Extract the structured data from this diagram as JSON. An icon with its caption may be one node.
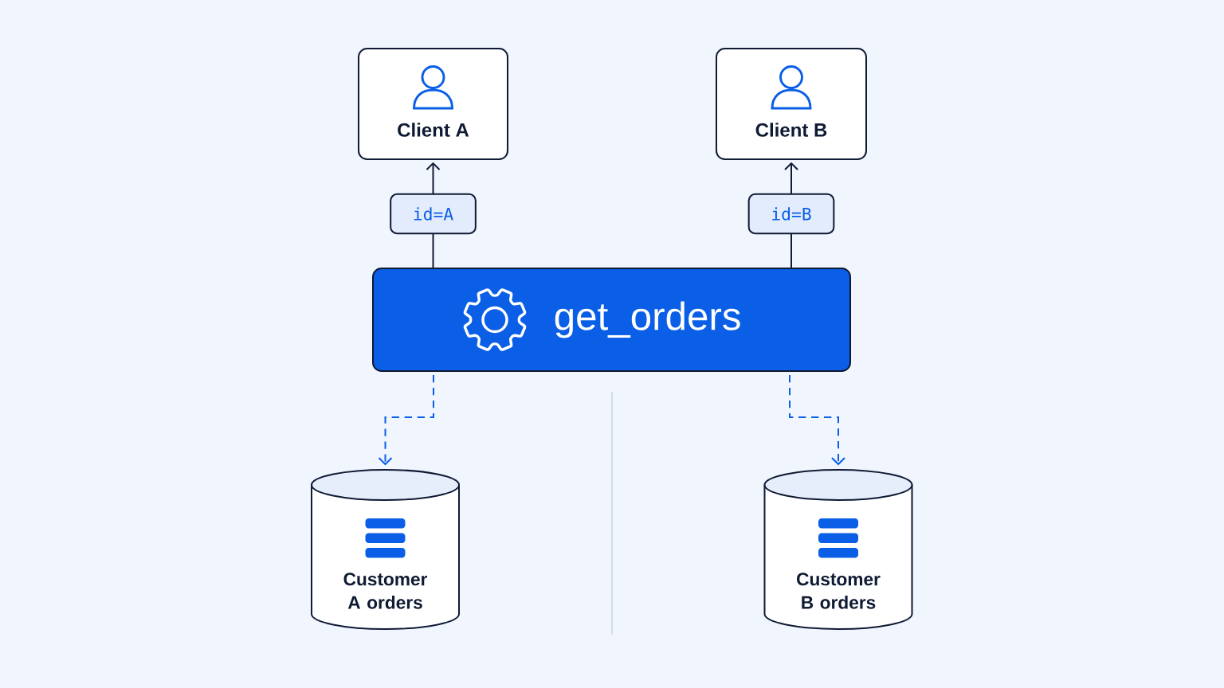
{
  "diagram": {
    "nodes": [
      {
        "text": [
          "Client A"
        ]
      },
      {
        "text": [
          "Client B"
        ]
      },
      {
        "text": [
          "get_orders"
        ]
      },
      {
        "text": [
          "Customer A orders"
        ]
      },
      {
        "text": [
          "Customer B orders"
        ]
      }
    ],
    "edges": [
      {
        "from": 2,
        "to": 0,
        "arrow": "to",
        "label": "id=A"
      },
      {
        "from": 2,
        "to": 1,
        "arrow": "to",
        "label": "id=B"
      },
      {
        "from": 2,
        "to": 3,
        "arrow": "to",
        "style": "dashed",
        "color": "#0a5fe6"
      },
      {
        "from": 2,
        "to": 4,
        "arrow": "to",
        "style": "dashed",
        "color": "#0a5fe6"
      }
    ]
  }
}
